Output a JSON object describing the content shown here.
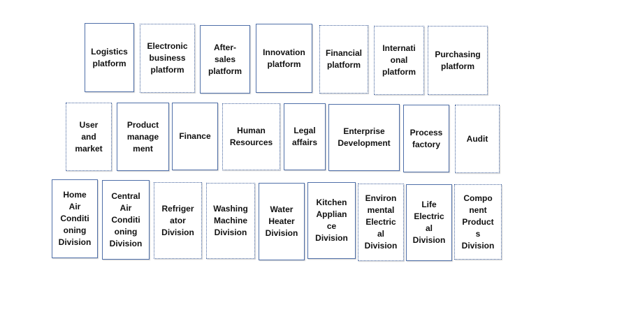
{
  "rows": [
    [
      {
        "id": "logistics",
        "label": "Logistics\nplatform"
      },
      {
        "id": "electronic-business",
        "label": "Electronic\nbusiness\nplatform"
      },
      {
        "id": "after-sales",
        "label": "After-\nsales\nplatform"
      },
      {
        "id": "innovation",
        "label": "Innovation\nplatform"
      },
      {
        "id": "financial",
        "label": "Financial\nplatform"
      },
      {
        "id": "international",
        "label": "Internati\nonal\nplatform"
      },
      {
        "id": "purchasing",
        "label": "Purchasing\nplatform"
      }
    ],
    [
      {
        "id": "user-and-market",
        "label": "User\nand\nmarket"
      },
      {
        "id": "product-management",
        "label": "Product\nmanage\nment"
      },
      {
        "id": "finance",
        "label": "Finance"
      },
      {
        "id": "human-resources",
        "label": "Human\nResources"
      },
      {
        "id": "legal-affairs",
        "label": "Legal\naffairs"
      },
      {
        "id": "enterprise-development",
        "label": "Enterprise\nDevelopment"
      },
      {
        "id": "process-factory",
        "label": "Process\nfactory"
      },
      {
        "id": "audit",
        "label": "Audit"
      }
    ],
    [
      {
        "id": "home-air-conditioning",
        "label": "Home\nAir\nConditi\noning\nDivision"
      },
      {
        "id": "central-air-conditioning",
        "label": "Central\nAir\nConditi\noning\nDivision"
      },
      {
        "id": "refrigerator",
        "label": "Refriger\nator\nDivision"
      },
      {
        "id": "washing-machine",
        "label": "Washing\nMachine\nDivision"
      },
      {
        "id": "water-heater",
        "label": "Water\nHeater\nDivision"
      },
      {
        "id": "kitchen-appliance",
        "label": "Kitchen\nApplian\nce\nDivision"
      },
      {
        "id": "environmental-electrical",
        "label": "Environ\nmental\nElectric\nal\nDivision"
      },
      {
        "id": "life-electrical",
        "label": "Life\nElectric\nal\nDivision"
      },
      {
        "id": "component-products",
        "label": "Compo\nnent\nProduct\ns\nDivision"
      }
    ]
  ]
}
